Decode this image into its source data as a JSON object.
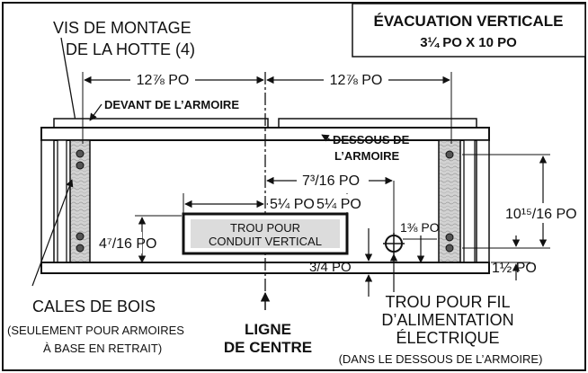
{
  "title_box": {
    "line1": "ÉVACUATION VERTICALE",
    "line2": "3¼ PO X 10 PO"
  },
  "labels": {
    "mounting_screws_1": "VIS DE MONTAGE",
    "mounting_screws_2": "DE LA HOTTE (4)",
    "cabinet_front": "DEVANT DE L’ARMOIRE",
    "cabinet_bottom_1": "DESSOUS DE",
    "cabinet_bottom_2": "L’ARMOIRE",
    "vertical_duct_hole_1": "TROU POUR",
    "vertical_duct_hole_2": "CONDUIT VERTICAL",
    "wood_shims": "CALES DE BOIS",
    "wood_shims_note_1": "(SEULEMENT POUR ARMOIRES",
    "wood_shims_note_2": "À BASE EN RETRAIT)",
    "centerline_1": "LIGNE",
    "centerline_2": "DE CENTRE",
    "wire_hole_1": "TROU POUR FIL",
    "wire_hole_2": "D’ALIMENTATION",
    "wire_hole_3": "ÉLECTRIQUE",
    "wire_hole_note": "(DANS LE DESSOUS DE L’ARMOIRE)"
  },
  "dimensions": {
    "left_span": "12⅞ PO",
    "right_span": "12⅞ PO",
    "wire_offset": "7³/16 PO",
    "duct_half_left": "5¼ PO",
    "duct_half_right": "5¼ PO",
    "duct_depth": "4⁷/16 PO",
    "screw_spacing": "10¹⁵/16 PO",
    "wire_from_edge": "1⅜ PO",
    "wire_height": "3/4 PO",
    "rear_offset": "1½ PO"
  },
  "colors": {
    "line": "#111111",
    "wood": "#c8c8c8",
    "hole_fill": "#d9d9d9"
  }
}
